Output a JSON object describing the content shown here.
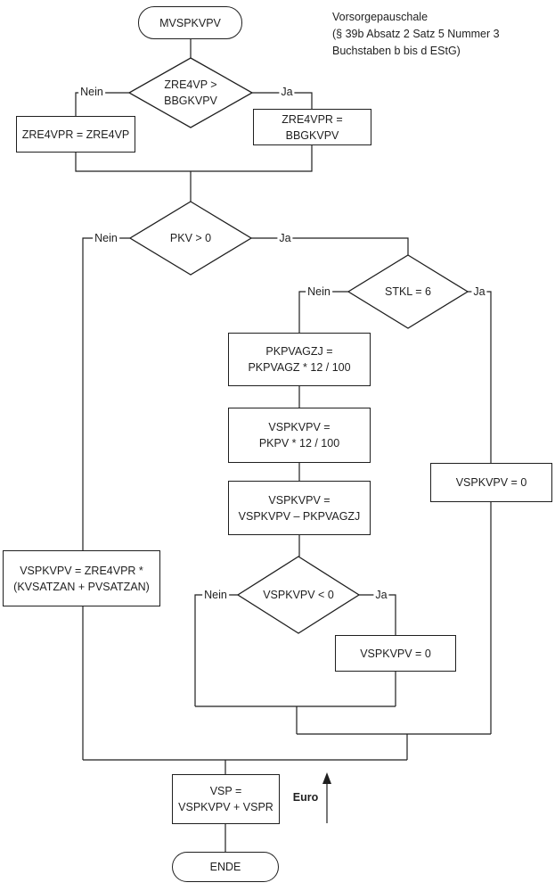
{
  "annotation": {
    "line1": "Vorsorgepauschale",
    "line2": "(§ 39b Absatz 2 Satz 5 Nummer 3",
    "line3": "Buchstaben b bis d EStG)"
  },
  "branch_labels": {
    "nein": "Nein",
    "ja": "Ja"
  },
  "unit_label": {
    "euro": "Euro"
  },
  "nodes": {
    "start": {
      "label": "MVSPKVPV"
    },
    "decision_zre4vp": {
      "line1": "ZRE4VP >",
      "line2": "BBGKVPV"
    },
    "process_zre4vpr_zre4vp": {
      "label": "ZRE4VPR = ZRE4VP"
    },
    "process_zre4vpr_bbgkvpv": {
      "label": "ZRE4VPR = BBGKVPV"
    },
    "decision_pkv": {
      "label": "PKV > 0"
    },
    "decision_stkl": {
      "label": "STKL = 6"
    },
    "process_pkpvagzj": {
      "line1": "PKPVAGZJ =",
      "line2": "PKPVAGZ * 12 / 100"
    },
    "process_vspkvpv_pkpv": {
      "line1": "VSPKVPV =",
      "line2": "PKPV * 12 / 100"
    },
    "process_vspkvpv_minus": {
      "line1": "VSPKVPV =",
      "line2": "VSPKVPV – PKPVAGZJ"
    },
    "decision_vspkvpv_lt0": {
      "label": "VSPKVPV < 0"
    },
    "process_vspkvpv_zero_stkl": {
      "label": "VSPKVPV = 0"
    },
    "process_vspkvpv_zero_neg": {
      "label": "VSPKVPV = 0"
    },
    "process_left_calc": {
      "line1": "VSPKVPV = ZRE4VPR *",
      "line2": "(KVSATZAN + PVSATZAN)"
    },
    "process_vsp": {
      "line1": "VSP =",
      "line2": "VSPKVPV + VSPR"
    },
    "end": {
      "label": "ENDE"
    }
  },
  "colors": {
    "line": "#1f1f1f",
    "text": "#1f1f1f",
    "node_fill": "#ffffff",
    "background": "#ffffff"
  }
}
